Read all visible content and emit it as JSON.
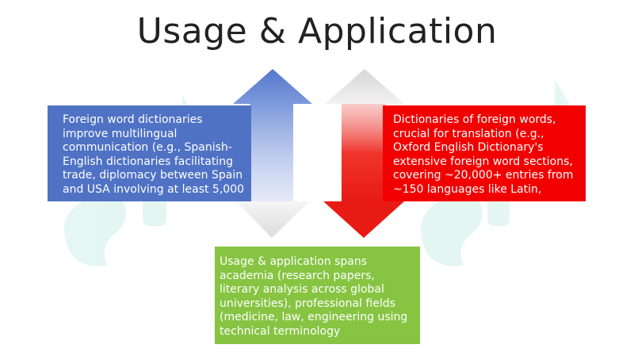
{
  "title": "Usage & Application",
  "colors": {
    "blue": "#4f72c5",
    "red": "#f20000",
    "green": "#86c442",
    "arrow_left": "#4b6fc7",
    "arrow_right": "#e81a14",
    "text_dark": "#222222",
    "text_light": "#ffffff"
  },
  "boxes": {
    "left": {
      "text": "Foreign word dictionaries improve multilingual communication (e.g., Spanish-English dictionaries facilitating trade, diplomacy between Spain and USA involving at least 5,000"
    },
    "right": {
      "text": "Dictionaries of foreign words, crucial for translation (e.g., Oxford English Dictionary's extensive foreign word sections, covering ~20,000+ entries from ~150 languages like Latin,"
    },
    "bottom": {
      "text": "Usage & application spans academia (research papers, literary analysis across global universities), professional fields (medicine, law, engineering using technical terminology"
    }
  }
}
